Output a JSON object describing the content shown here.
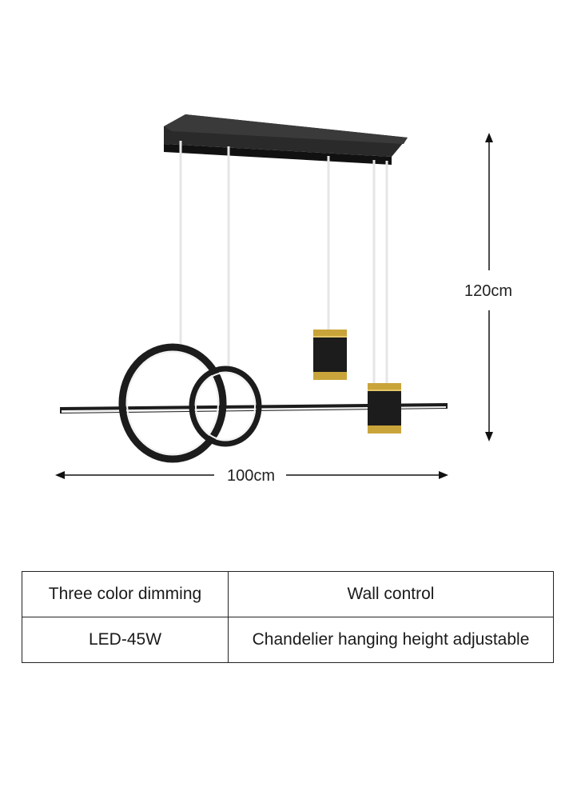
{
  "dimensions": {
    "height_label": "120cm",
    "width_label": "100cm"
  },
  "specs": {
    "rows": [
      [
        "Three color dimming",
        "Wall control"
      ],
      [
        "LED-45W",
        "Chandelier hanging height adjustable"
      ]
    ]
  },
  "colors": {
    "fixture_black": "#1c1c1c",
    "brass_accent": "#c9a43a",
    "inner_light": "#f2f2f2"
  }
}
